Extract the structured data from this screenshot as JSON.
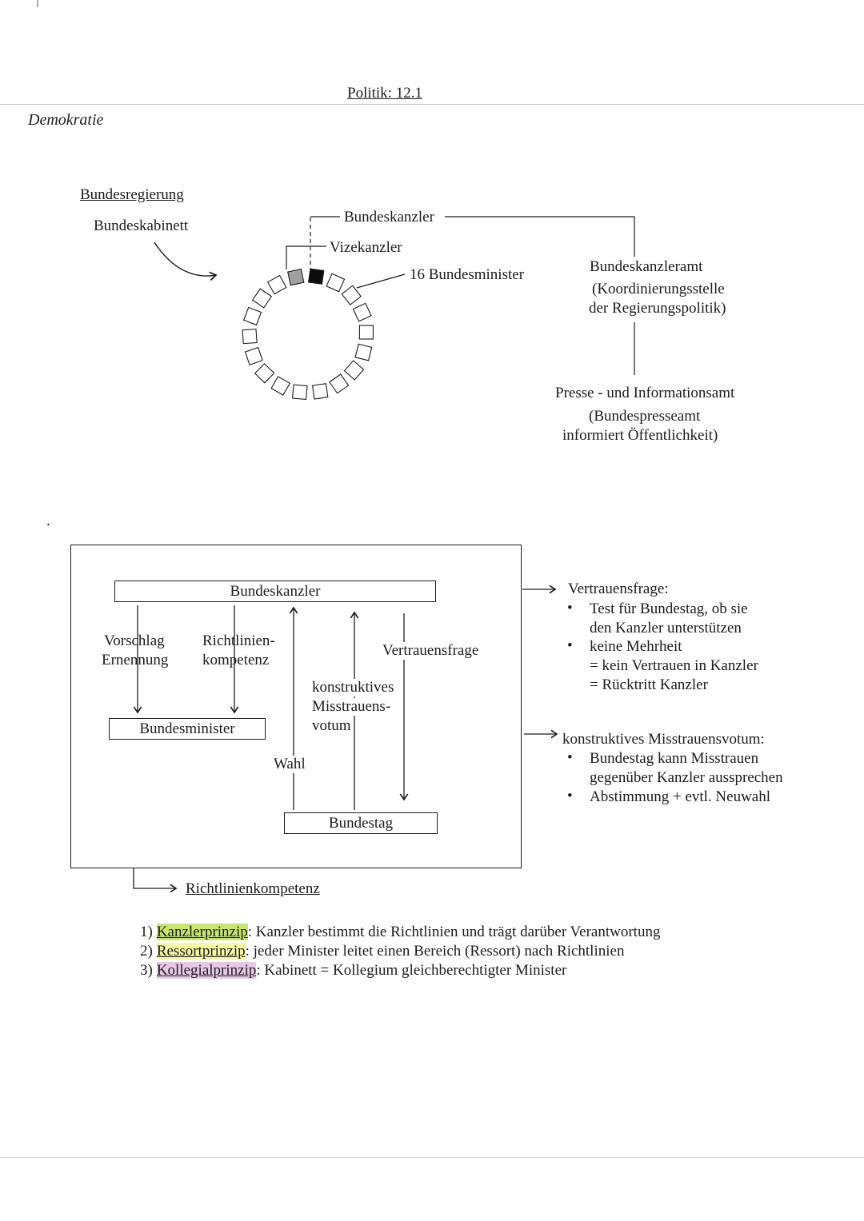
{
  "page": {
    "title": "Politik: 12.1",
    "topic": "Demokratie",
    "stray_mark": "."
  },
  "government": {
    "heading": "Bundesregierung",
    "cabinet": "Bundeskabinett",
    "chancellor": "Bundeskanzler",
    "vice_chancellor": "Vizekanzler",
    "ministers": "16 Bundesminister",
    "chancellery": {
      "title": "Bundeskanzleramt",
      "desc1": "(Koordinierungsstelle",
      "desc2": "der Regierungspolitik)"
    },
    "press_office": {
      "title": "Presse - und Informationsamt",
      "desc1": "(Bundespresseamt",
      "desc2": "informiert Öffentlichkeit)"
    }
  },
  "flow": {
    "chancellor_box": "Bundeskanzler",
    "ministers_box": "Bundesminister",
    "parliament_box": "Bundestag",
    "label_vorschlag_1": "Vorschlag",
    "label_vorschlag_2": "Ernennung",
    "label_richtlinien_1": "Richtlinien-",
    "label_richtlinien_2": "kompetenz",
    "label_wahl": "Wahl",
    "label_misstrauen_1": "konstruktives",
    "label_misstrauen_2": "Misstrauens-",
    "label_misstrauen_3": "votum",
    "label_vertrauensfrage": "Vertrauensfrage"
  },
  "notes": {
    "bullet": "•",
    "vertrauensfrage": {
      "title": "Vertrauensfrage:",
      "b1l1": "Test für Bundestag, ob sie",
      "b1l2": "den Kanzler unterstützen",
      "b2l1": "keine Mehrheit",
      "b2l2": "= kein Vertrauen in Kanzler",
      "b2l3": "= Rücktritt Kanzler"
    },
    "misstrauensvotum": {
      "title": "konstruktives Misstrauensvotum:",
      "b1l1": "Bundestag kann Misstrauen",
      "b1l2": "gegenüber Kanzler aussprechen",
      "b2l1": "Abstimmung + evtl. Neuwahl"
    }
  },
  "principles": {
    "heading": "Richtlinienkompetenz",
    "items": [
      {
        "num": "1)",
        "term": "Kanzlerprinzip",
        "rest": ": Kanzler bestimmt die Richtlinien und trägt darüber Verantwortung",
        "highlight": "#c9e66e"
      },
      {
        "num": "2)",
        "term": "Ressortprinzip",
        "rest": ": jeder Minister leitet einen Bereich (Ressort) nach Richtlinien",
        "highlight": "#f7f8a3"
      },
      {
        "num": "3)",
        "term": "Kollegialprinzip",
        "rest": ": Kabinett = Kollegium gleichberechtigter Minister",
        "highlight": "#e9c7e6"
      }
    ]
  },
  "colors": {
    "ink": "#1c1c1c",
    "rule": "#c9c9c9",
    "seat_gray": "#a0a0a0",
    "seat_black": "#0c0c0c"
  }
}
